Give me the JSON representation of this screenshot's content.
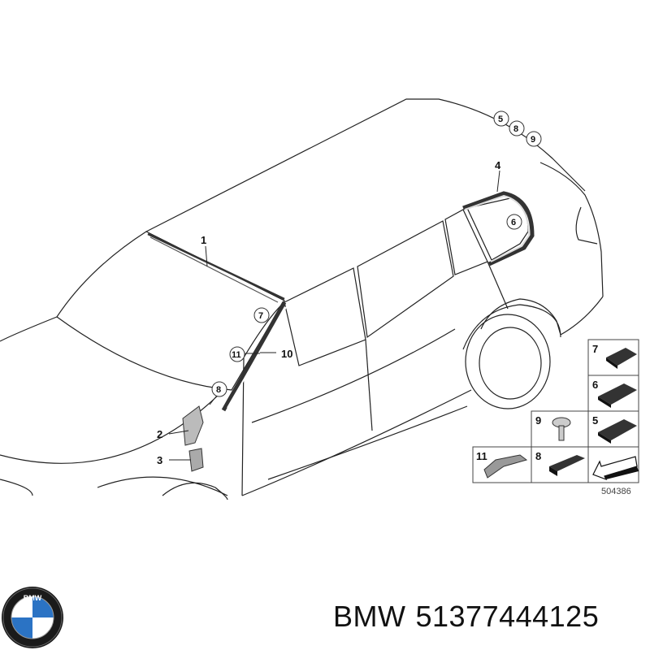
{
  "diagram": {
    "callouts": {
      "c1": "1",
      "c2": "2",
      "c3": "3",
      "c4": "4",
      "c5": "5",
      "c6": "6",
      "c7": "7",
      "c8": "8",
      "c9": "9",
      "c10": "10",
      "c11": "11",
      "c8b": "8"
    },
    "legend": {
      "r1a": "7",
      "r2a": "6",
      "r3a": "9",
      "r3b": "5",
      "r4a": "11",
      "r4b": "8"
    },
    "reference_number": "504386"
  },
  "logo": {
    "brand_letters": "BMW",
    "colors": {
      "blue": "#2b73c4",
      "ring": "#1a1a1a",
      "white": "#ffffff"
    }
  },
  "title": {
    "brand": "BMW",
    "part_number": "51377444125"
  }
}
